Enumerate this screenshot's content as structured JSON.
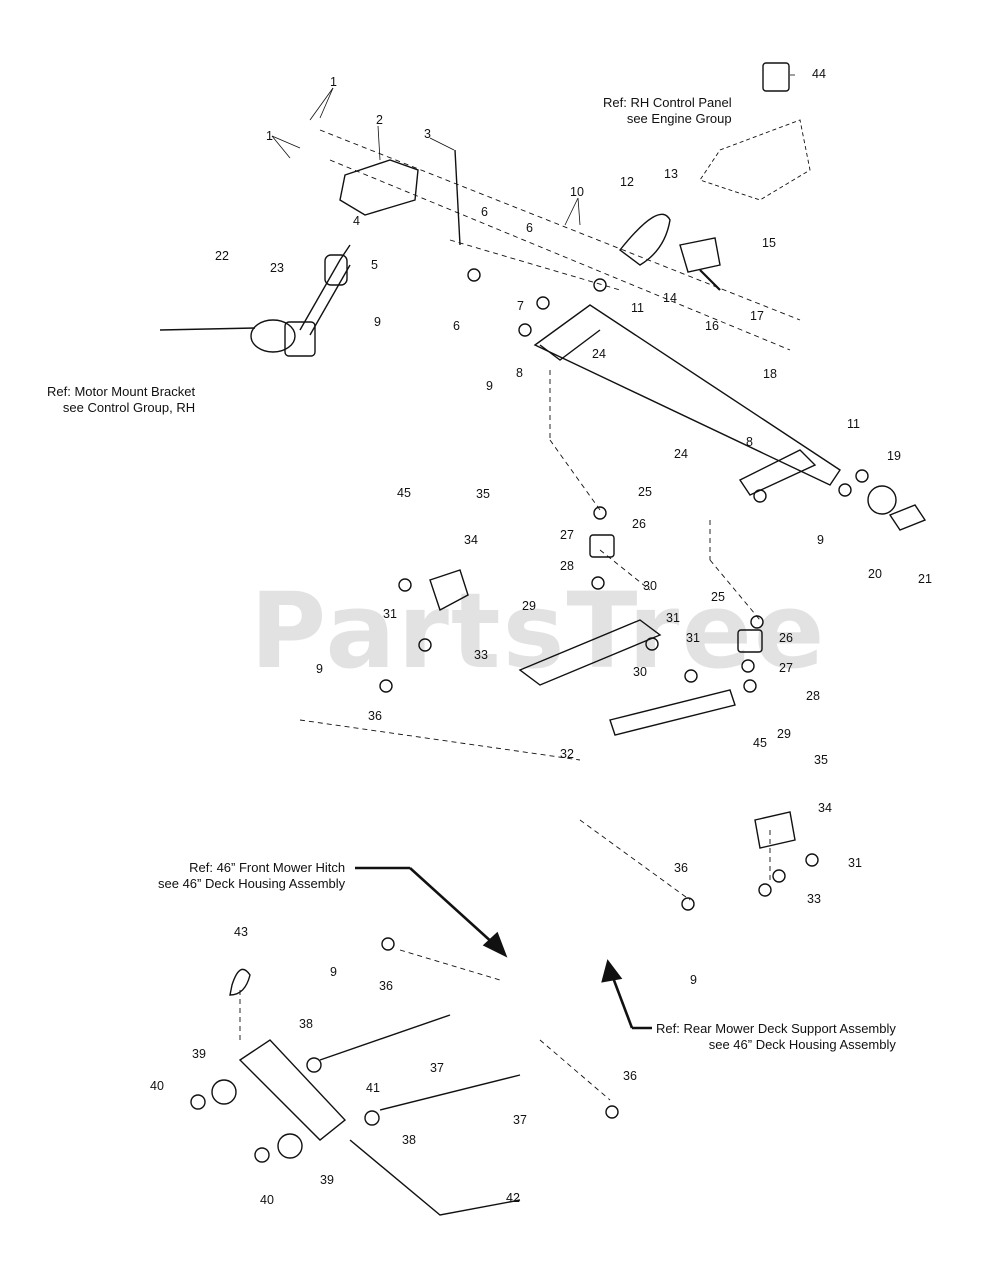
{
  "watermark": "PartsTree",
  "references": {
    "rh_control_panel": [
      "Ref: RH Control Panel",
      "see Engine Group"
    ],
    "motor_mount_bracket": [
      "Ref: Motor Mount Bracket",
      "see  Control Group, RH"
    ],
    "front_mower_hitch": [
      "Ref:  46” Front Mower Hitch",
      "see 46” Deck Housing Assembly"
    ],
    "rear_mower_deck_support": [
      "Ref: Rear Mower Deck Support Assembly",
      "see 46” Deck Housing Assembly"
    ]
  },
  "callouts": [
    "1",
    "1",
    "2",
    "3",
    "4",
    "5",
    "6",
    "6",
    "6",
    "7",
    "8",
    "8",
    "9",
    "9",
    "9",
    "9",
    "9",
    "9",
    "10",
    "11",
    "11",
    "12",
    "13",
    "14",
    "15",
    "16",
    "17",
    "18",
    "19",
    "20",
    "21",
    "22",
    "23",
    "24",
    "24",
    "25",
    "25",
    "26",
    "26",
    "27",
    "27",
    "28",
    "28",
    "29",
    "29",
    "30",
    "30",
    "31",
    "31",
    "31",
    "31",
    "32",
    "33",
    "33",
    "34",
    "34",
    "35",
    "35",
    "36",
    "36",
    "36",
    "36",
    "37",
    "37",
    "38",
    "38",
    "39",
    "39",
    "40",
    "40",
    "41",
    "42",
    "43",
    "44",
    "45",
    "45"
  ]
}
